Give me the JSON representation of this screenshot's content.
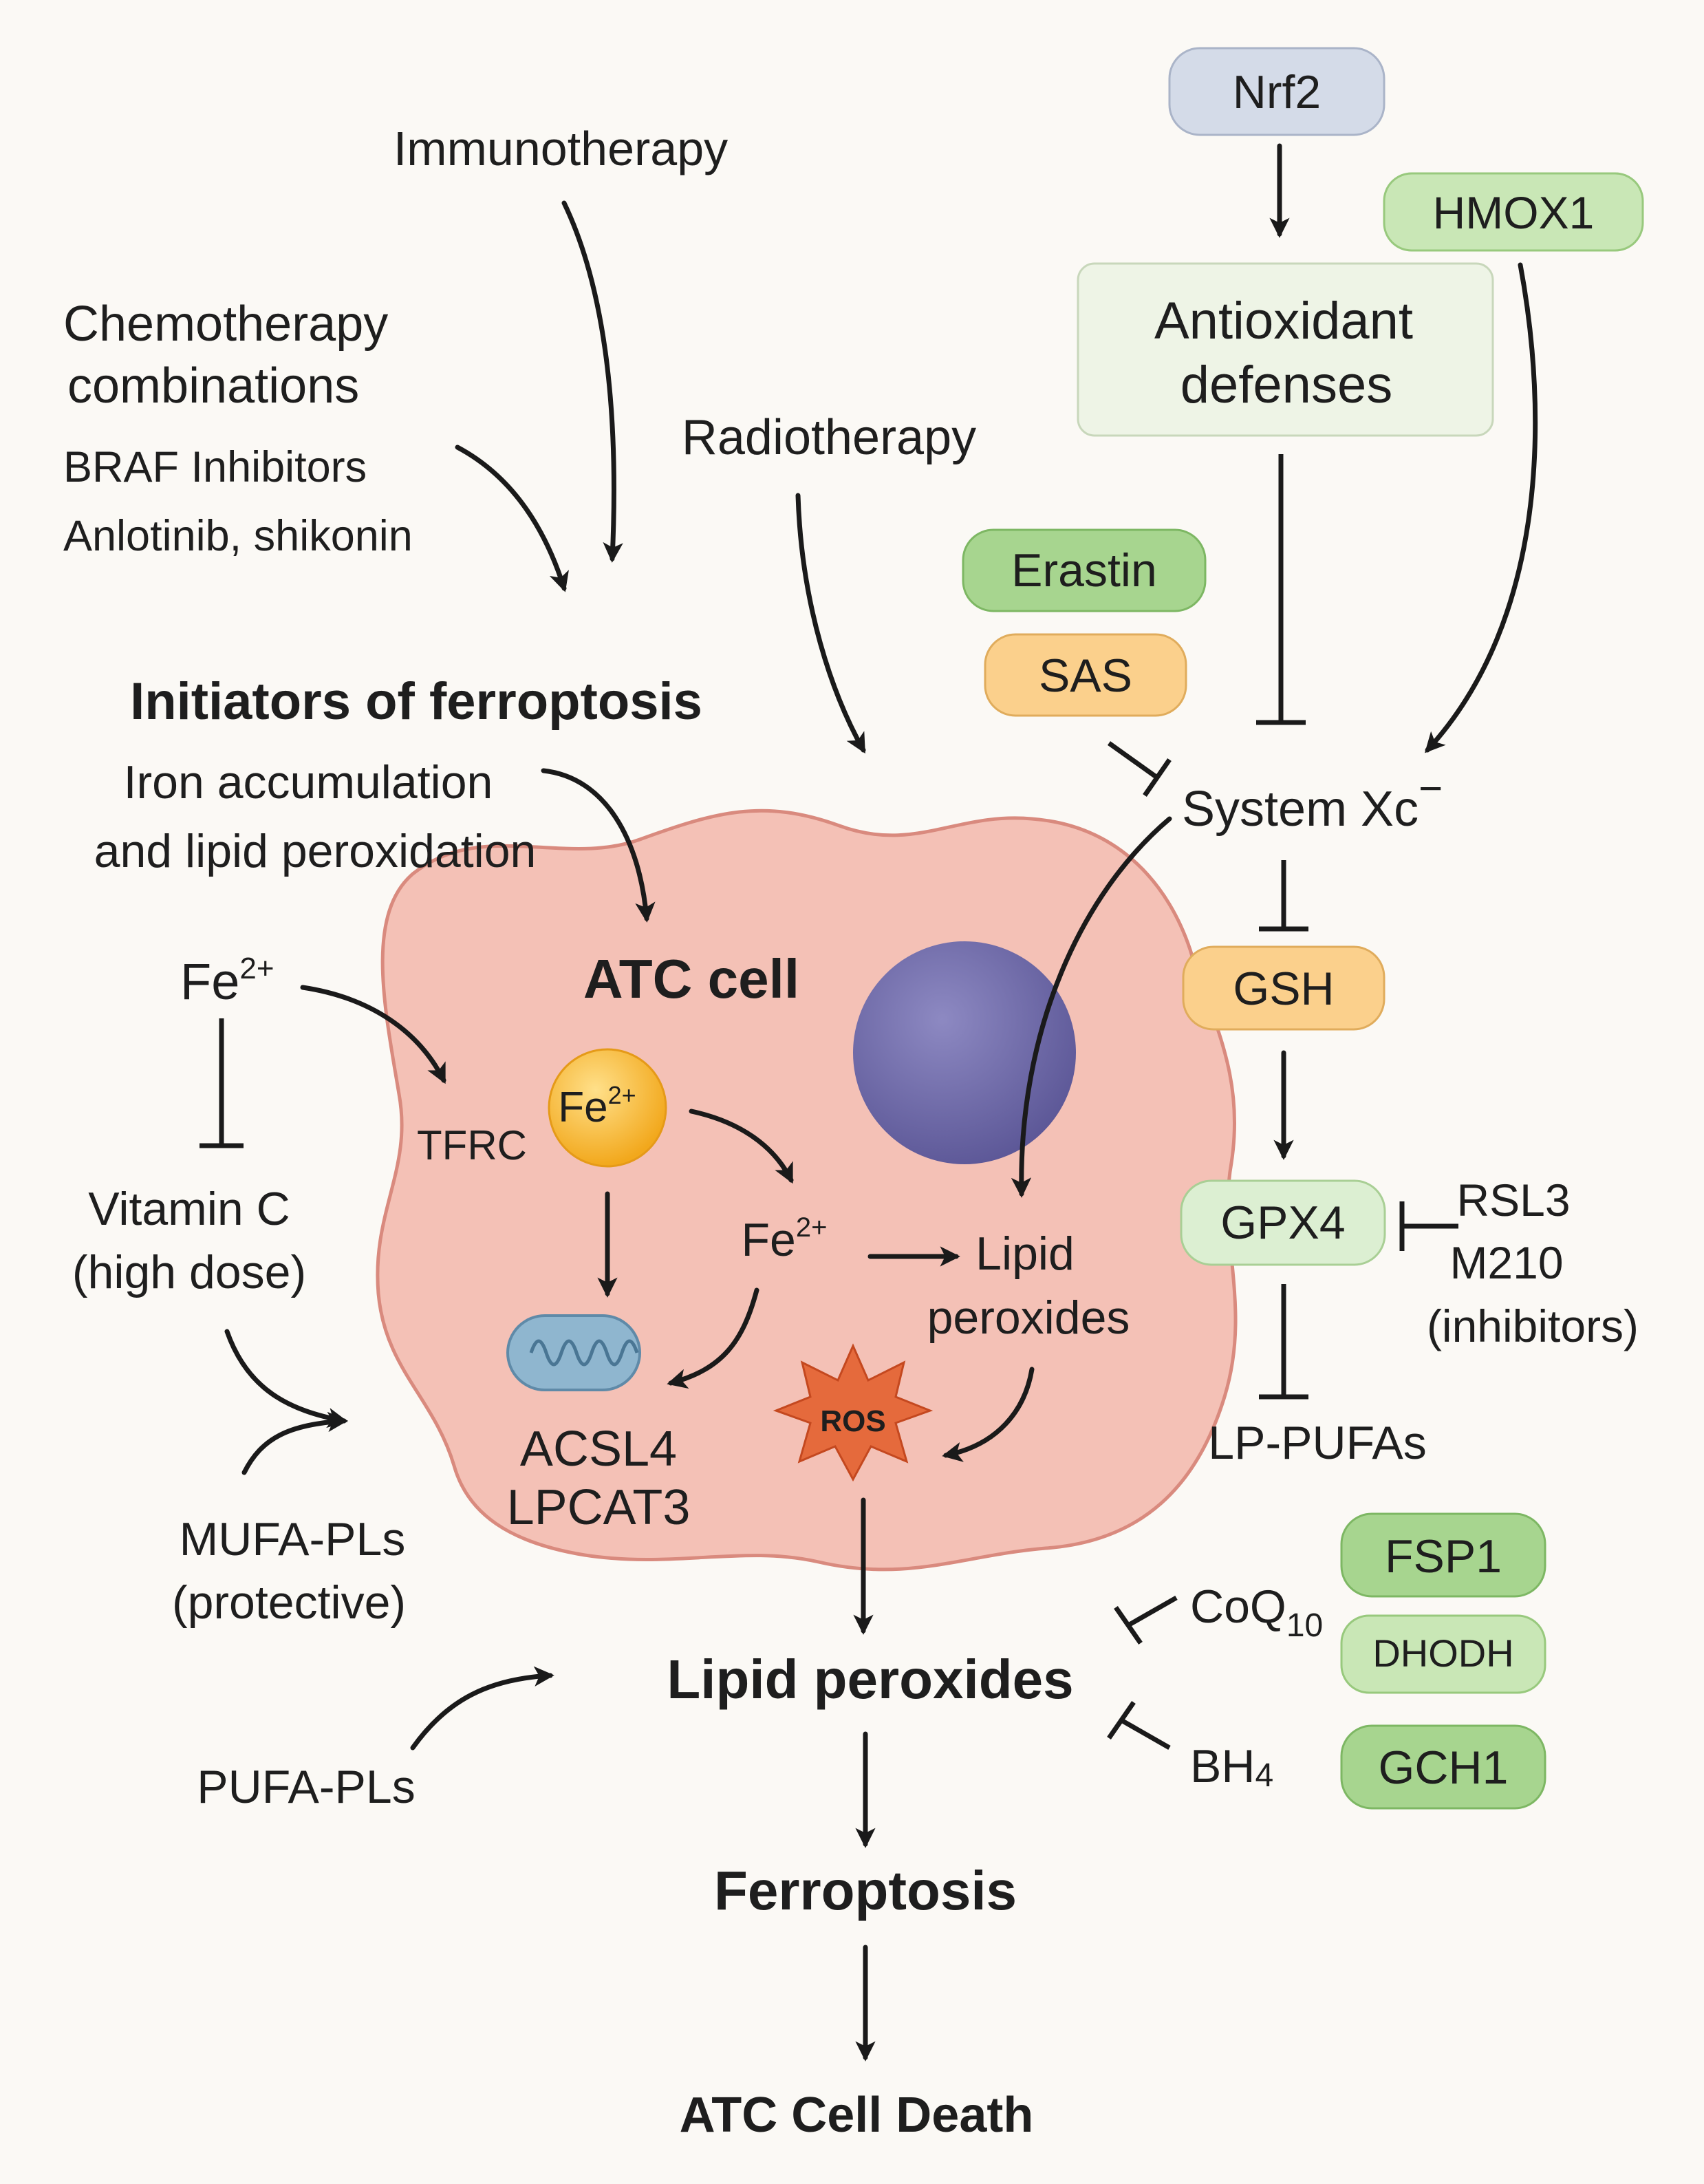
{
  "therapies": {
    "immunotherapy": "Immunotherapy",
    "chemo_line1": "Chemotherapy",
    "chemo_line2": "combinations",
    "braf": "BRAF Inhibitors",
    "anlotinib": "Anlotinib, shikonin",
    "radiotherapy": "Radiotherapy"
  },
  "initiators": {
    "title": "Initiators of ferroptosis",
    "line1": "Iron accumulation",
    "line2": "and lipid peroxidation"
  },
  "cell": {
    "title": "ATC cell",
    "tfrc": "TFRC",
    "fe_ion": "Fe",
    "fe_charge": "2+",
    "acsl4": "ACSL4",
    "lpcat3": "LPCAT3",
    "lipid_line1": "Lipid",
    "lipid_line2": "peroxides",
    "ros": "ROS"
  },
  "left_panel": {
    "fe": "Fe",
    "fe_charge": "2+",
    "vitc_line1": "Vitamin C",
    "vitc_line2": "(high dose)",
    "mufa_line1": "MUFA-PLs",
    "mufa_line2": "(protective)",
    "pufa": "PUFA-PLs"
  },
  "antioxidant": {
    "nrf2": "Nrf2",
    "hmox1": "HMOX1",
    "defenses_line1": "Antioxidant",
    "defenses_line2": "defenses",
    "erastin": "Erastin",
    "sas": "SAS",
    "system_xc": "System Xc",
    "system_xc_sup": "−",
    "gsh": "GSH",
    "gpx4": "GPX4",
    "rsl3": "RSL3",
    "m210": "M210",
    "inhibitors": "(inhibitors)",
    "lp_pufas": "LP-PUFAs"
  },
  "fsp1_axis": {
    "fsp1": "FSP1",
    "coq": "CoQ",
    "coq_sub": "10",
    "dhodh": "DHODH",
    "bh": "BH",
    "bh_sub": "4",
    "gch1": "GCH1"
  },
  "outcome": {
    "lipid_peroxides": "Lipid peroxides",
    "ferroptosis": "Ferroptosis",
    "death": "ATC Cell Death"
  },
  "colors": {
    "cell_fill": "#f4c1b6",
    "cell_stroke": "#d98a7e",
    "nucleus": "#6f6aa6",
    "green_pill": "#a7d58f",
    "light_green_pill": "#dcefd2",
    "orange_pill": "#fbd08c",
    "blue_pill": "#d4dbe8",
    "iron_ball": "#f6b530",
    "mito": "#8fb6cf",
    "ros": "#e56a3c"
  }
}
